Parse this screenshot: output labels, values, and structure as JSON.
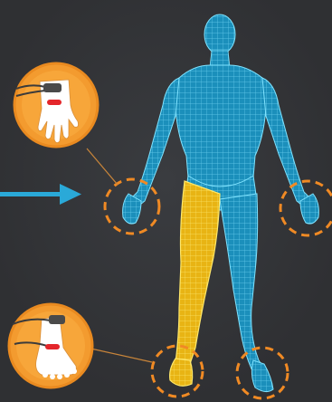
{
  "colors": {
    "background": "#2f3033",
    "body_mesh": "#1fa8d6",
    "body_mesh_light": "#7fe3ff",
    "highlighted_leg": "#f0c21a",
    "highlighted_leg_light": "#ffe86a",
    "callout_fill": "#f39b2f",
    "callout_ring": "#e98a20",
    "dashed_target": "#f08a24",
    "arrow": "#2aa9d8",
    "electrode": "#4a4a4a",
    "active_pad": "#e4262b"
  },
  "icons": {
    "hand_callout": "hand-electrode-icon",
    "foot_callout": "foot-electrode-icon",
    "arrow": "arrow-right-icon"
  },
  "highlight": {
    "region": "left-leg"
  },
  "targets": [
    "left-wrist",
    "right-wrist",
    "left-ankle",
    "right-ankle"
  ]
}
